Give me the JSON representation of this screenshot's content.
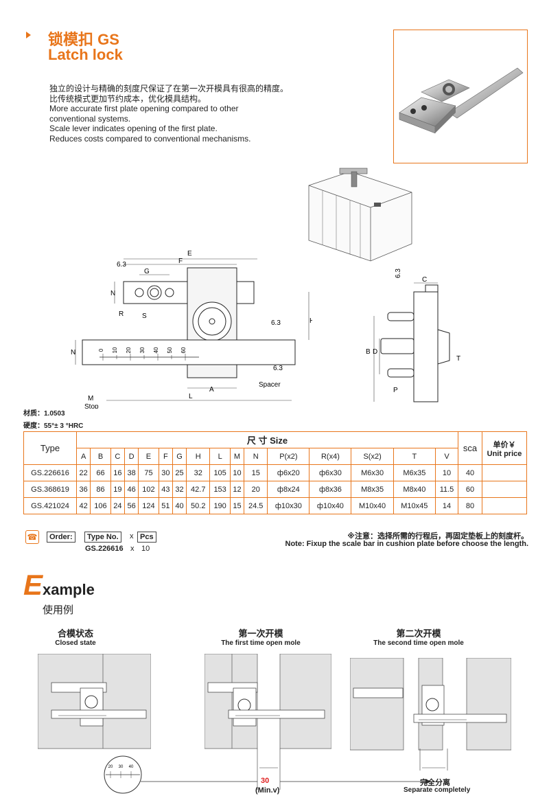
{
  "header": {
    "title_cn": "锁模扣 GS",
    "title_en": "Latch lock",
    "desc": [
      "独立的设计与精确的刻度尺保证了在第一次开模具有很高的精度。",
      "比传统模式更加节约成本，优化模具结构。",
      "More accurate first plate opening compared to other",
      "conventional systems.",
      "Scale lever indicates opening of the first plate.",
      "Reduces costs compared to conventional mechanisms."
    ]
  },
  "drawing": {
    "labels": {
      "E": "E",
      "F": "F",
      "G": "G",
      "N": "N",
      "R": "R",
      "S": "S",
      "H": "H",
      "A": "A",
      "L": "L",
      "M": "M",
      "stop": "Stop",
      "spacer": "Spacer",
      "rough1": "6.3",
      "rough2": "6.3",
      "rough3": "6.3",
      "rough4": "6.3",
      "C": "C",
      "B": "B",
      "D": "D",
      "T": "T",
      "P": "P",
      "N2": "N"
    },
    "scale_ticks": [
      "0",
      "10",
      "20",
      "30",
      "40",
      "50",
      "60"
    ]
  },
  "material": {
    "material": "材质：1.0503",
    "hardness": "硬度：55°± 3 °HRC"
  },
  "table": {
    "type_header": "Type",
    "size_header": "尺 寸 Size",
    "sca_header": "sca",
    "price_header_cn": "单价￥",
    "price_header_en": "Unit price",
    "columns": [
      "A",
      "B",
      "C",
      "D",
      "E",
      "F",
      "G",
      "H",
      "L",
      "M",
      "N",
      "P(x2)",
      "R(x4)",
      "S(x2)",
      "T",
      "V"
    ],
    "rows": [
      {
        "type": "GS.226616",
        "cells": [
          "22",
          "66",
          "16",
          "38",
          "75",
          "30",
          "25",
          "32",
          "105",
          "10",
          "15",
          "ф6x20",
          "ф6x30",
          "M6x30",
          "M6x35",
          "10"
        ],
        "sca": "40",
        "price": ""
      },
      {
        "type": "GS.368619",
        "cells": [
          "36",
          "86",
          "19",
          "46",
          "102",
          "43",
          "32",
          "42.7",
          "153",
          "12",
          "20",
          "ф8x24",
          "ф8x36",
          "M8x35",
          "M8x40",
          "11.5"
        ],
        "sca": "60",
        "price": ""
      },
      {
        "type": "GS.421024",
        "cells": [
          "42",
          "106",
          "24",
          "56",
          "124",
          "51",
          "40",
          "50.2",
          "190",
          "15",
          "24.5",
          "ф10x30",
          "ф10x40",
          "M10x40",
          "M10x45",
          "14"
        ],
        "sca": "80",
        "price": ""
      }
    ]
  },
  "order": {
    "order_label": "Order:",
    "type_no": "Type No.",
    "x1": "x",
    "pcs": "Pcs",
    "example_type": "GS.226616",
    "x2": "x",
    "example_qty": "10"
  },
  "note": {
    "cn": "※注意：选择所需的行程后，再固定垫板上的刻度杆。",
    "en": "Note: Fixup the scale bar in cushion plate before choose the length."
  },
  "example": {
    "title_letter": "E",
    "title_rest": "xample",
    "subtitle": "使用例",
    "states": [
      {
        "cn": "合模状态",
        "en": "Closed state"
      },
      {
        "cn": "第一次开模",
        "en": "The first time open mole"
      },
      {
        "cn": "第二次开模",
        "en": "The second time open mole"
      }
    ],
    "dim_value": "30",
    "dim_label": "(Min.v)",
    "sep_cn": "完全分离",
    "sep_en": "Separate completely",
    "zoom_ticks": [
      "20",
      "30",
      "40"
    ]
  },
  "colors": {
    "accent": "#e8751a",
    "red": "#e02020"
  }
}
